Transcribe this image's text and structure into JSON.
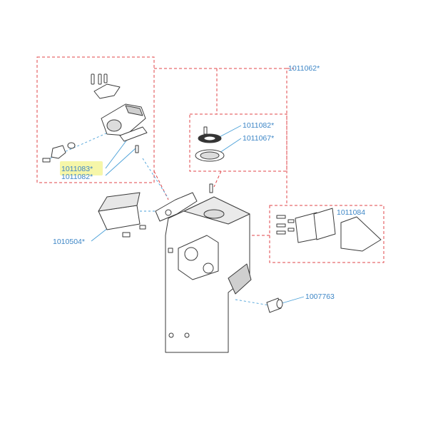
{
  "labels": {
    "group_main": "1011062*",
    "seal_a": "1011082*",
    "seal_b": "1011067*",
    "valve": "1011083*",
    "valve_seal": "1011082*",
    "drawer": "1010504*",
    "side_panel": "1011084",
    "fitting": "1007763"
  },
  "colors": {
    "label": "#3d86c6",
    "group_box": "#e0464a",
    "leader": "#4aa0d8",
    "highlight": "#f4f49a",
    "linework": "#3a3a3a"
  }
}
